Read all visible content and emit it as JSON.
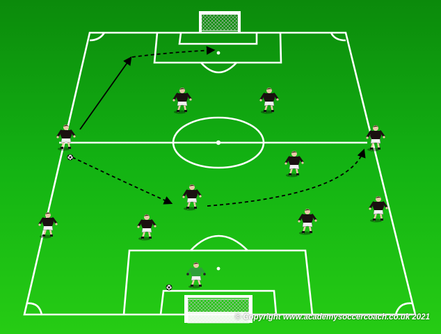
{
  "diagram": {
    "copyright": "© Copyright www.academysoccercoach.co.uk 2021",
    "colors": {
      "grass_top": "#0b8a0b",
      "grass_mid": "#13b313",
      "grass_bottom": "#26cc14",
      "lines": "#ffffff",
      "attacker_shirt": "#1a1010",
      "attacker_shorts": "#f2f2f2",
      "goalkeeper_shirt": "#2f9f3a",
      "pass_arrow": "#000000",
      "run_arrow": "#000000"
    },
    "icons": {
      "player": "player-icon",
      "goalkeeper": "goalkeeper-icon",
      "ball": "soccer-ball-icon",
      "goal": "goal-net-icon",
      "pass_arrow": "dashed-arrow",
      "run_arrow": "solid-arrow"
    },
    "players": [
      {
        "team": "attack",
        "role": "left-wide"
      },
      {
        "team": "attack",
        "role": "left-mid"
      },
      {
        "team": "attack",
        "role": "right-mid"
      },
      {
        "team": "attack",
        "role": "right-wide"
      },
      {
        "team": "attack",
        "role": "right-forward"
      },
      {
        "team": "attack",
        "role": "center-forward"
      },
      {
        "team": "attack",
        "role": "left-back"
      },
      {
        "team": "attack",
        "role": "left-center-back"
      },
      {
        "team": "attack",
        "role": "right-center-back"
      },
      {
        "team": "attack",
        "role": "right-back"
      },
      {
        "team": "defence",
        "role": "goalkeeper"
      }
    ],
    "arrows": [
      {
        "type": "run",
        "style": "solid"
      },
      {
        "type": "pass",
        "style": "dashed"
      },
      {
        "type": "pass",
        "style": "dashed"
      },
      {
        "type": "pass",
        "style": "dashed"
      }
    ]
  }
}
